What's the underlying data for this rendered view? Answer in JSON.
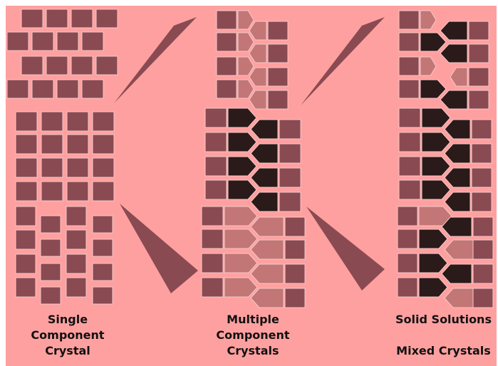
{
  "colors": {
    "background": "#ffa0a0",
    "brick_medium": "#8a4a52",
    "brick_light": "#c27676",
    "brick_dark": "#2a1a1a",
    "arrow": "#8a4a52",
    "text": "#111111"
  },
  "captions": {
    "single": [
      "Single",
      "Component",
      "Crystal"
    ],
    "multiple": [
      "Multiple",
      "Component",
      "Crystals"
    ],
    "solid": "Solid Solutions",
    "mixed": "Mixed Crystals"
  }
}
